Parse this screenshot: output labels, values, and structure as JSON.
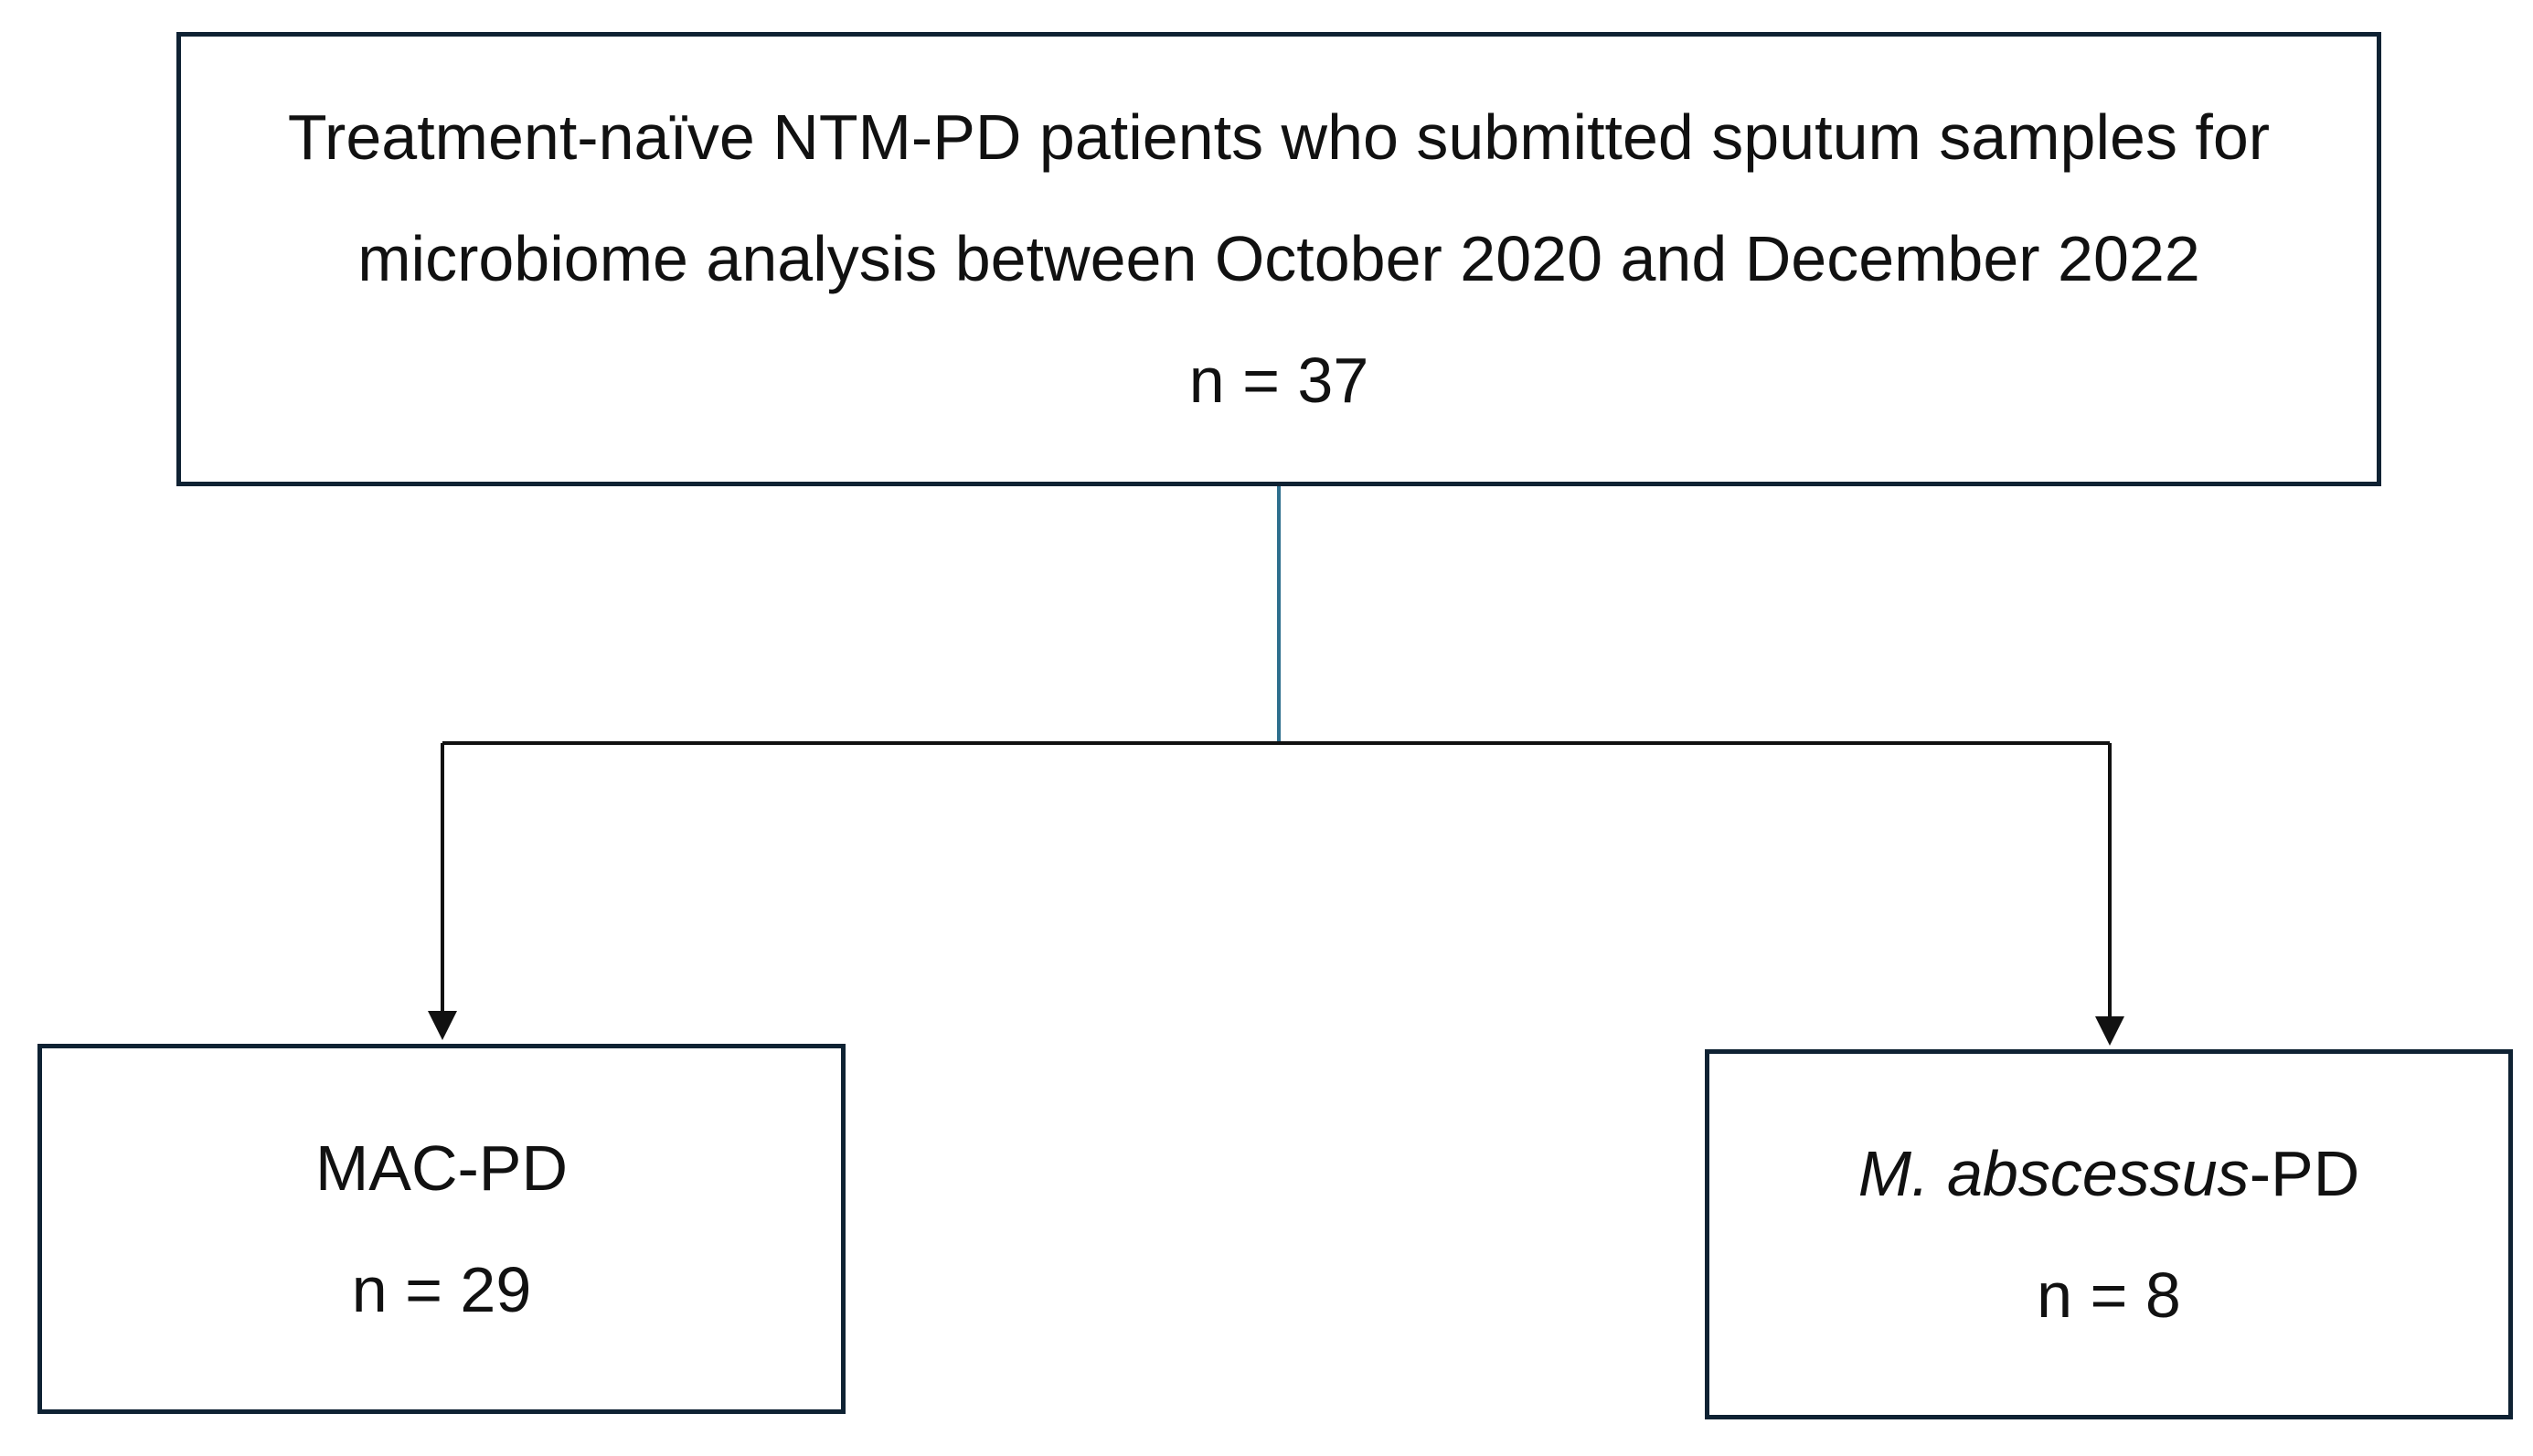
{
  "diagram": {
    "top_box": {
      "line1": "Treatment-naïve NTM-PD patients who submitted sputum samples for",
      "line2": "microbiome analysis between October 2020 and December 2022",
      "count": "n = 37"
    },
    "left_box": {
      "label": "MAC-PD",
      "count": "n = 29"
    },
    "right_box": {
      "label_italic": "M. abscessus",
      "label_suffix": "-PD",
      "count": "n = 8"
    },
    "colors": {
      "box_border": "#0f2233",
      "stem_line": "#2e6f8e",
      "arrow_line": "#111111"
    }
  }
}
